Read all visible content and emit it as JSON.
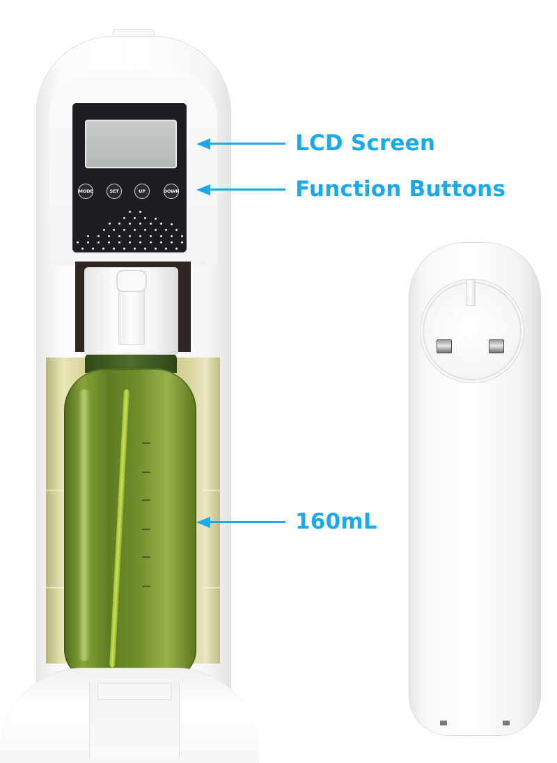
{
  "callouts": [
    {
      "id": "lcd",
      "label": "LCD Screen"
    },
    {
      "id": "buttons",
      "label": "Function Buttons"
    },
    {
      "id": "capacity",
      "label": "160mL"
    }
  ],
  "panel": {
    "buttons": [
      {
        "label": "MODE"
      },
      {
        "label": "SET"
      },
      {
        "label": "UP"
      },
      {
        "label": "DOWN"
      }
    ]
  },
  "colors": {
    "accent": "#1aa9ea",
    "panel": "#1c1d22",
    "bottle": "#6f8c2a",
    "device": "#ffffff"
  },
  "icons": {
    "plug": "uk-plug-icon",
    "arrow": "arrow-left-icon"
  }
}
